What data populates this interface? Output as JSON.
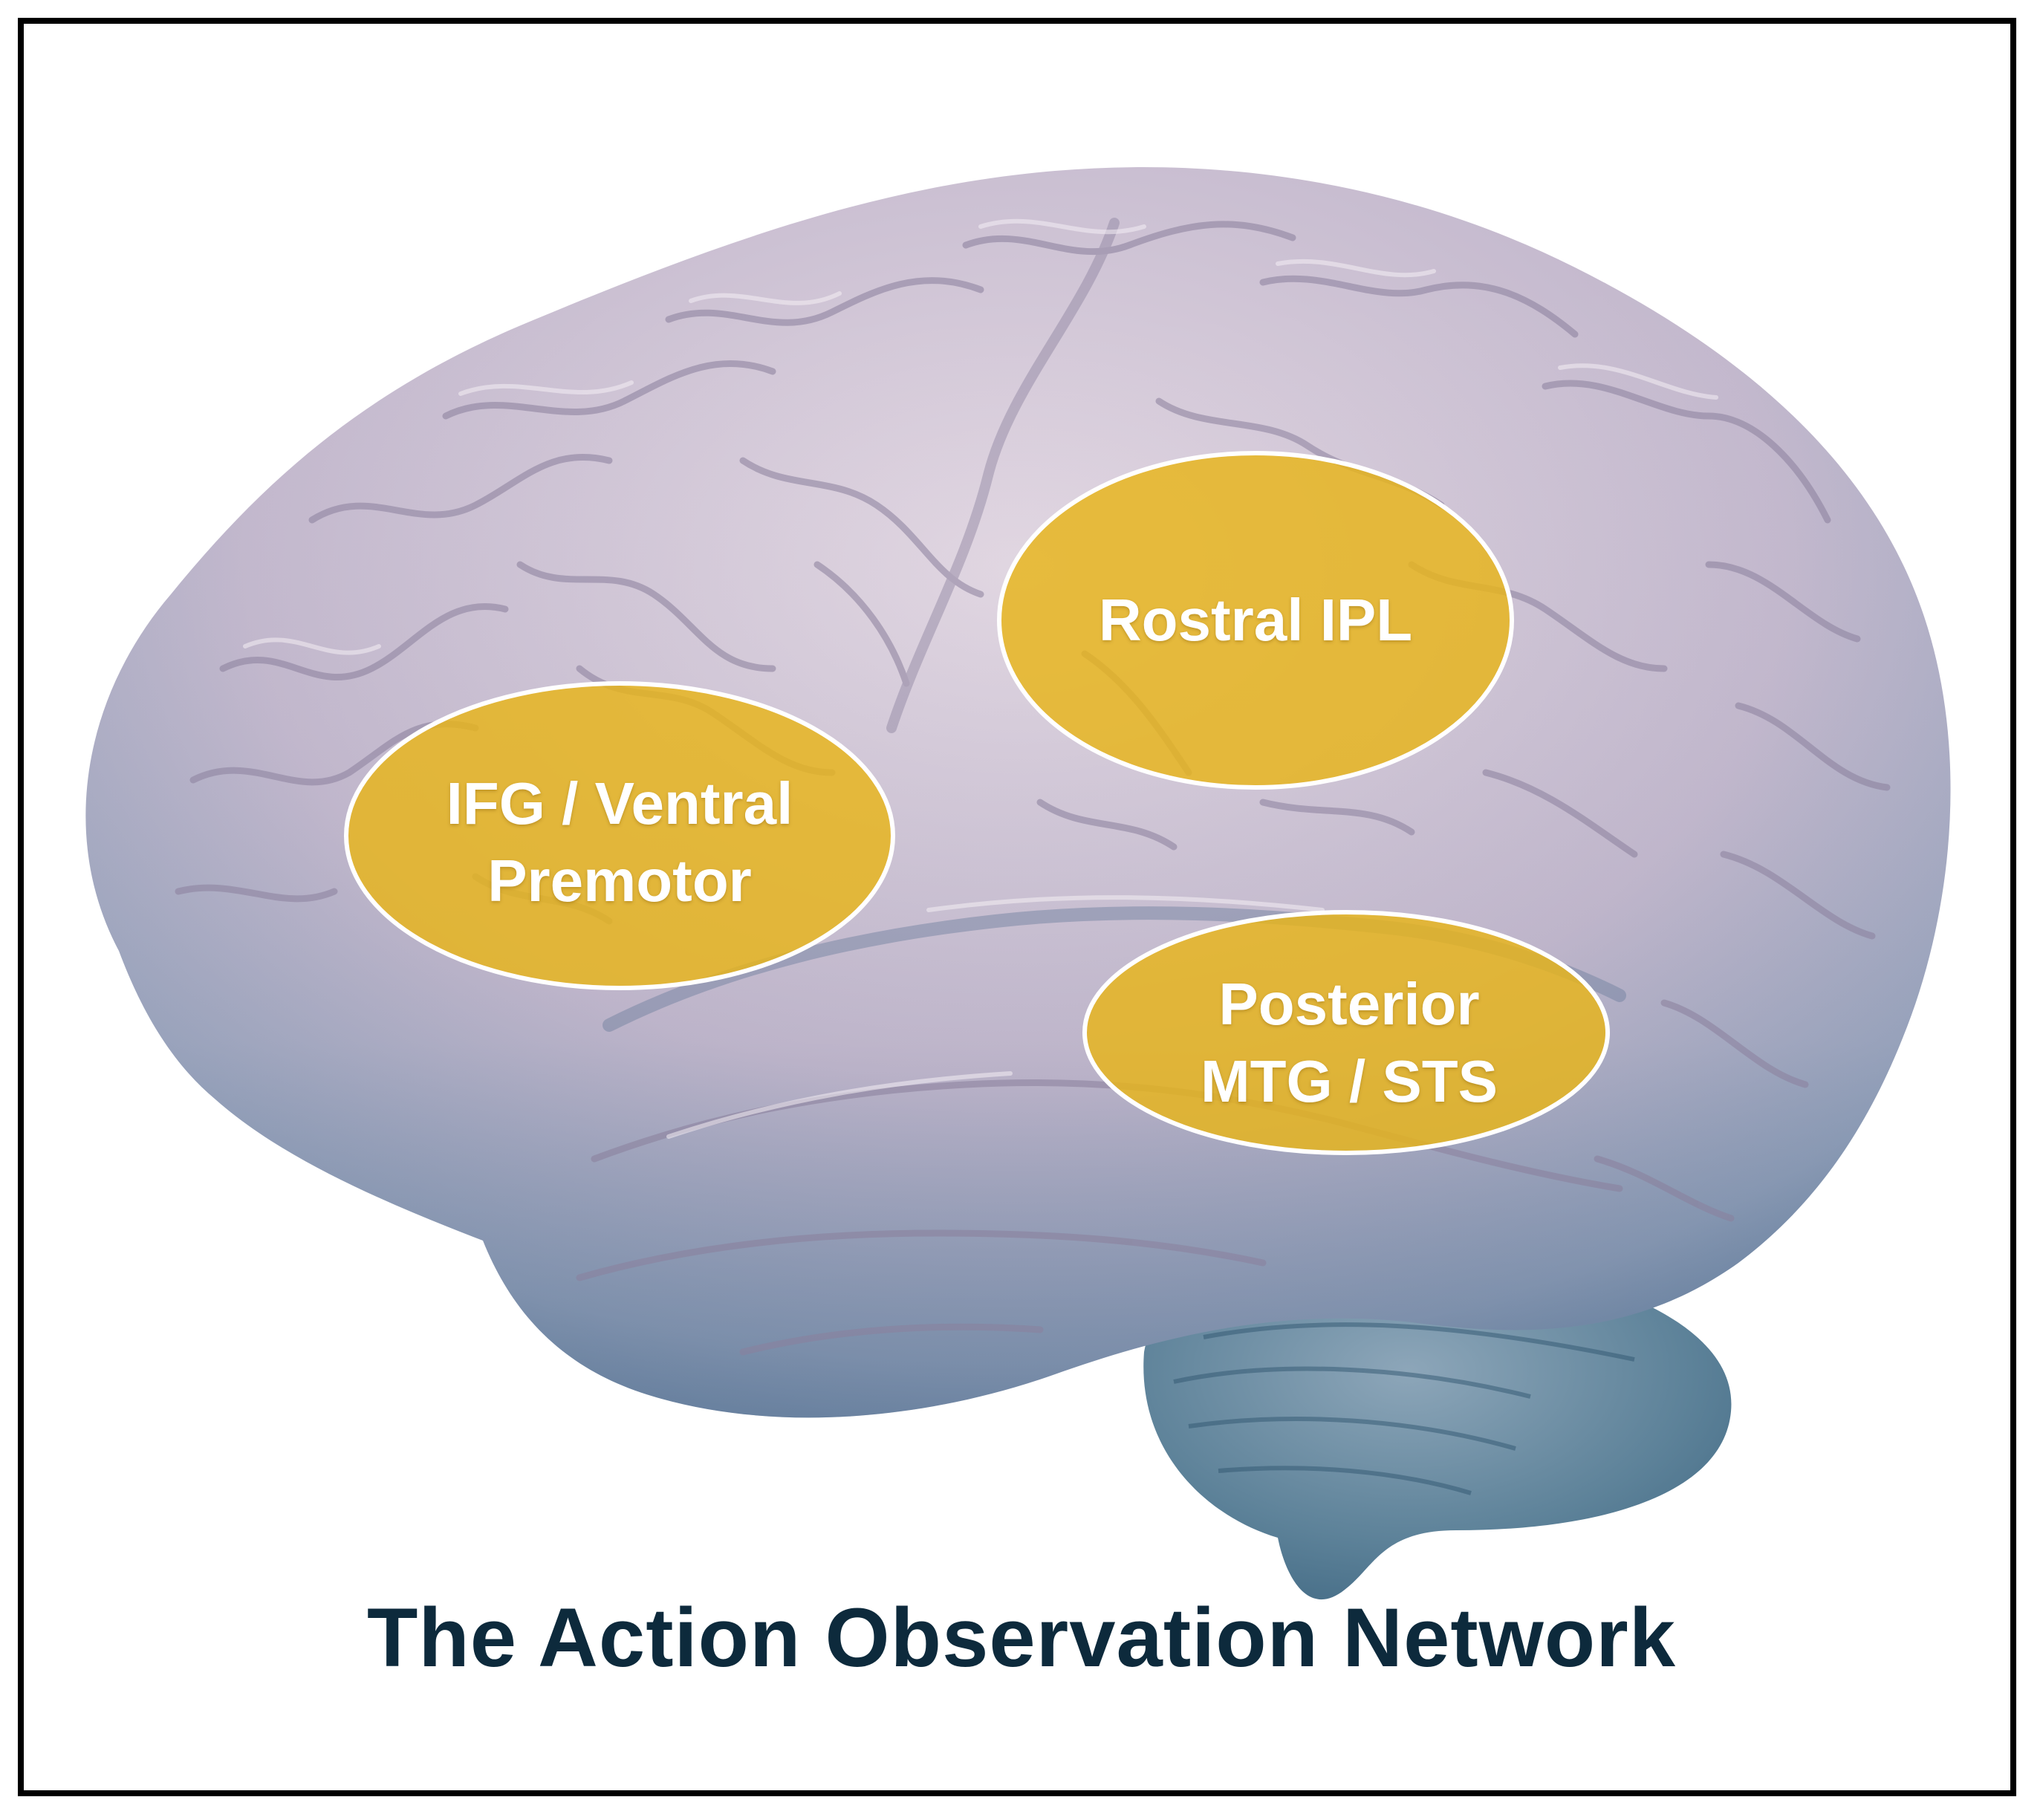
{
  "title": "The Action Observation Network",
  "regions": {
    "ipl": {
      "lines": [
        "Rostral IPL"
      ]
    },
    "ifg": {
      "lines": [
        "IFG / Ventral",
        "Premotor"
      ]
    },
    "mtg": {
      "lines": [
        "Posterior",
        "MTG / STS"
      ]
    }
  },
  "colors": {
    "brain_light": "#d9cdd9",
    "brain_mid": "#a9a1bd",
    "brain_dark": "#5f7a99",
    "cerebellum": "#4f7893",
    "highlight": "#e8b418",
    "caption": "#0d2a3c",
    "frame": "#000000"
  }
}
